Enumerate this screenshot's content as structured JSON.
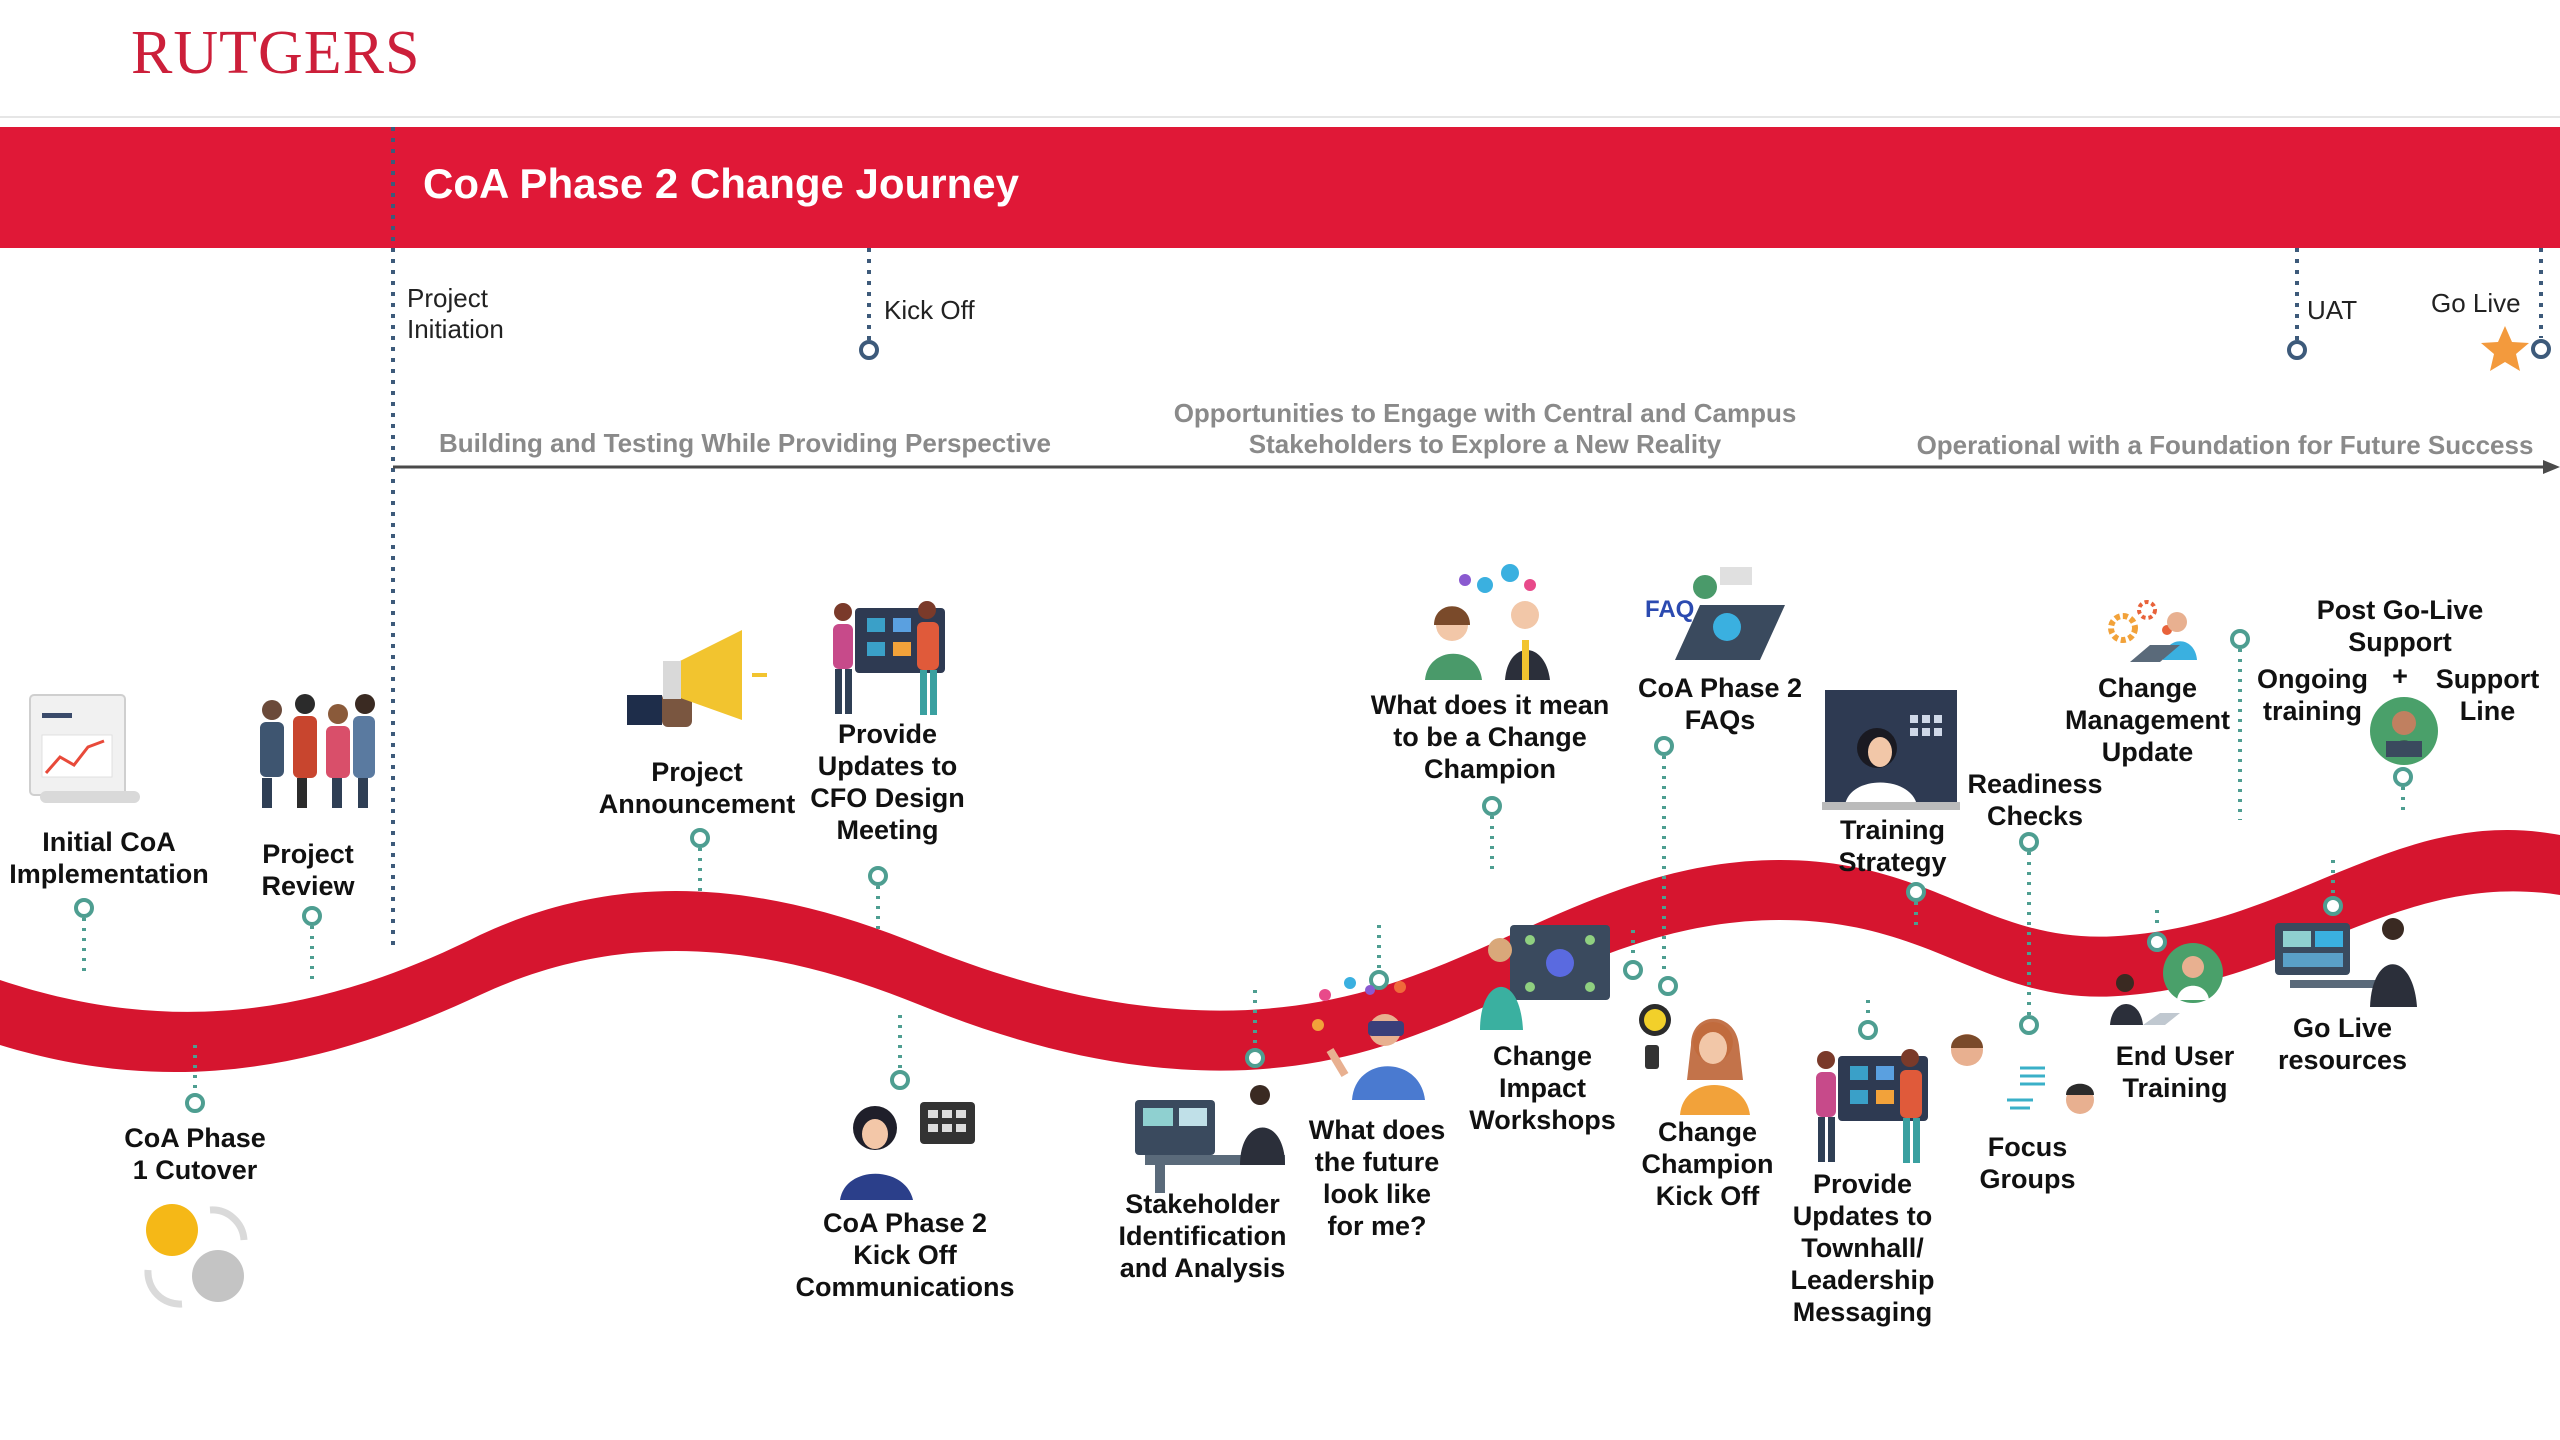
{
  "brand": {
    "logo_text": "RUTGERS",
    "color": "#cc1f3a"
  },
  "banner": {
    "title": "CoA Phase 2 Change Journey",
    "color": "#e01837"
  },
  "colors": {
    "wave": "#d6152f",
    "connector": "#4e9e91",
    "timeline": "#3d5a7a"
  },
  "milestones": [
    {
      "id": "project-initiation",
      "lines": [
        "Project",
        "Initiation"
      ]
    },
    {
      "id": "kick-off",
      "lines": [
        "Kick Off"
      ]
    },
    {
      "id": "uat",
      "lines": [
        "UAT"
      ]
    },
    {
      "id": "go-live",
      "lines": [
        "Go Live"
      ]
    }
  ],
  "phases": [
    {
      "lines": [
        "Building and Testing While Providing Perspective"
      ]
    },
    {
      "lines": [
        "Opportunities to Engage with Central and Campus",
        "Stakeholders to Explore a New Reality"
      ]
    },
    {
      "lines": [
        "Operational with a Foundation for Future Success"
      ]
    }
  ],
  "activities": [
    {
      "id": "initial-coa-implementation",
      "lines": [
        "Initial CoA",
        "Implementation"
      ],
      "icon": "report-chart-icon"
    },
    {
      "id": "project-review",
      "lines": [
        "Project",
        "Review"
      ],
      "icon": "team-meeting-icon"
    },
    {
      "id": "coa-phase1-cutover",
      "lines": [
        "CoA Phase",
        "1 Cutover"
      ],
      "icon": "cycle-arrows-icon"
    },
    {
      "id": "project-announcement",
      "lines": [
        "Project",
        "Announcement"
      ],
      "icon": "megaphone-icon"
    },
    {
      "id": "provide-updates-cfo",
      "lines": [
        "Provide",
        "Updates to",
        "CFO Design",
        "Meeting"
      ],
      "icon": "whiteboard-team-icon"
    },
    {
      "id": "coa-phase2-kickoff-comms",
      "lines": [
        "CoA Phase 2",
        "Kick Off",
        "Communications"
      ],
      "icon": "presenter-icon"
    },
    {
      "id": "stakeholder-identification",
      "lines": [
        "Stakeholder",
        "Identification",
        "and Analysis"
      ],
      "icon": "analyst-desk-icon"
    },
    {
      "id": "what-does-future-look-like",
      "lines": [
        "What does",
        "the future",
        "look like",
        "for me?"
      ],
      "icon": "vr-headset-icon"
    },
    {
      "id": "what-does-change-champion",
      "lines": [
        "What does it mean",
        "to be a Change",
        "Champion"
      ],
      "icon": "ideas-people-icon"
    },
    {
      "id": "change-impact-workshops",
      "lines": [
        "Change",
        "Impact",
        "Workshops"
      ],
      "icon": "network-board-icon"
    },
    {
      "id": "coa-phase2-faqs",
      "lines": [
        "CoA Phase 2",
        "FAQs"
      ],
      "icon": "faq-laptop-icon"
    },
    {
      "id": "change-champion-kickoff",
      "lines": [
        "Change",
        "Champion",
        "Kick Off"
      ],
      "icon": "smiling-person-icon"
    },
    {
      "id": "training-strategy",
      "lines": [
        "Training",
        "Strategy"
      ],
      "icon": "training-screen-icon"
    },
    {
      "id": "provide-updates-townhall",
      "lines": [
        "Provide",
        "Updates to",
        "Townhall/",
        "Leadership",
        "Messaging"
      ],
      "icon": "whiteboard-team-icon"
    },
    {
      "id": "readiness-checks",
      "lines": [
        "Readiness",
        "Checks"
      ],
      "icon": ""
    },
    {
      "id": "focus-groups",
      "lines": [
        "Focus",
        "Groups"
      ],
      "icon": "chat-people-icon"
    },
    {
      "id": "change-management-update",
      "lines": [
        "Change",
        "Management",
        "Update"
      ],
      "icon": "gears-laptop-icon"
    },
    {
      "id": "end-user-training",
      "lines": [
        "End User",
        "Training"
      ],
      "icon": "online-training-icon"
    },
    {
      "id": "post-go-live-support",
      "lines": [
        "Post Go-Live",
        "Support"
      ],
      "icon": "support-agent-icon"
    },
    {
      "id": "ongoing-training",
      "lines": [
        "Ongoing",
        "training"
      ],
      "icon": ""
    },
    {
      "id": "plus-sign",
      "lines": [
        "+"
      ],
      "icon": ""
    },
    {
      "id": "support-line",
      "lines": [
        "Support",
        "Line"
      ],
      "icon": ""
    },
    {
      "id": "go-live-resources",
      "lines": [
        "Go Live",
        "resources"
      ],
      "icon": "dashboard-person-icon"
    }
  ]
}
